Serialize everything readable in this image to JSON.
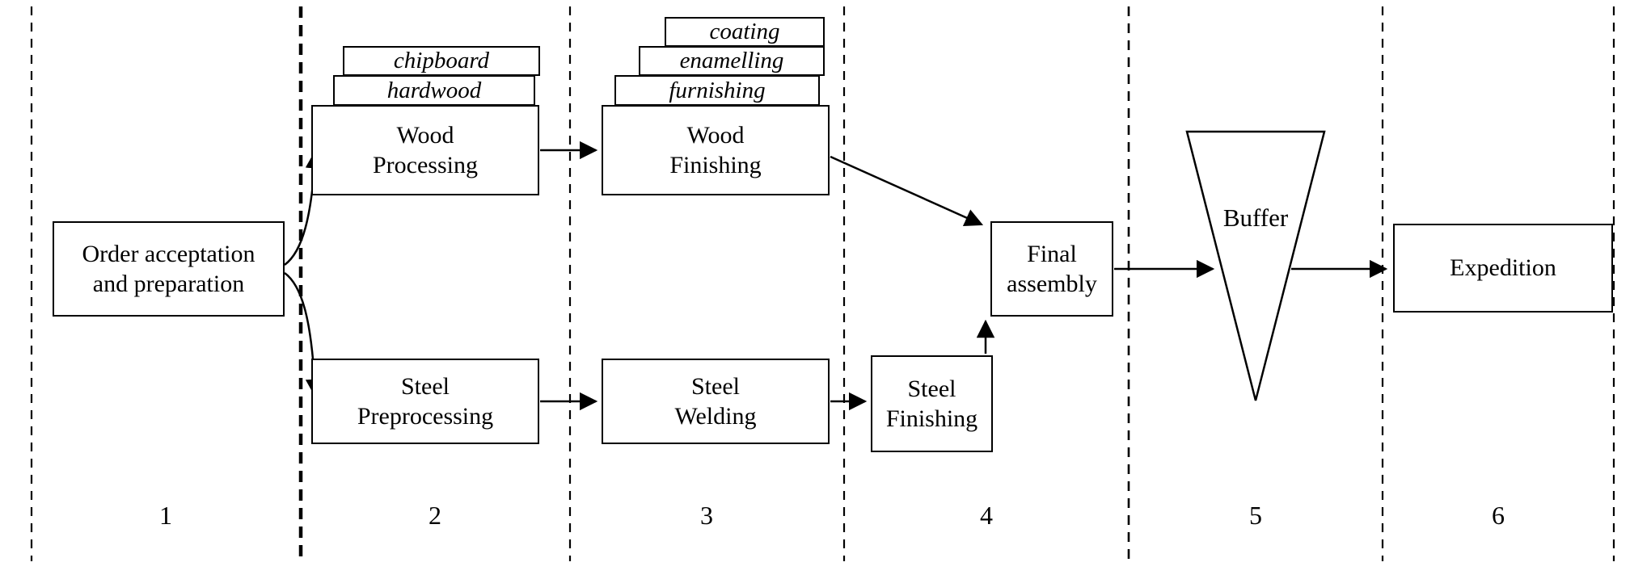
{
  "diagram": {
    "stages": {
      "order": {
        "label": "Order acceptation\nand preparation"
      },
      "wood_processing": {
        "label": "Wood\nProcessing",
        "variants": [
          "chipboard",
          "hardwood"
        ]
      },
      "wood_finishing": {
        "label": "Wood\nFinishing",
        "variants": [
          "coating",
          "enamelling",
          "furnishing"
        ]
      },
      "steel_preprocessing": {
        "label": "Steel\nPreprocessing"
      },
      "steel_welding": {
        "label": "Steel\nWelding"
      },
      "steel_finishing": {
        "label": "Steel\nFinishing"
      },
      "final_assembly": {
        "label": "Final\nassembly"
      },
      "buffer": {
        "label": "Buffer"
      },
      "expedition": {
        "label": "Expedition"
      }
    },
    "zone_labels": [
      "1",
      "2",
      "3",
      "4",
      "5",
      "6"
    ],
    "colors": {
      "line": "#000000",
      "background": "#ffffff"
    }
  }
}
